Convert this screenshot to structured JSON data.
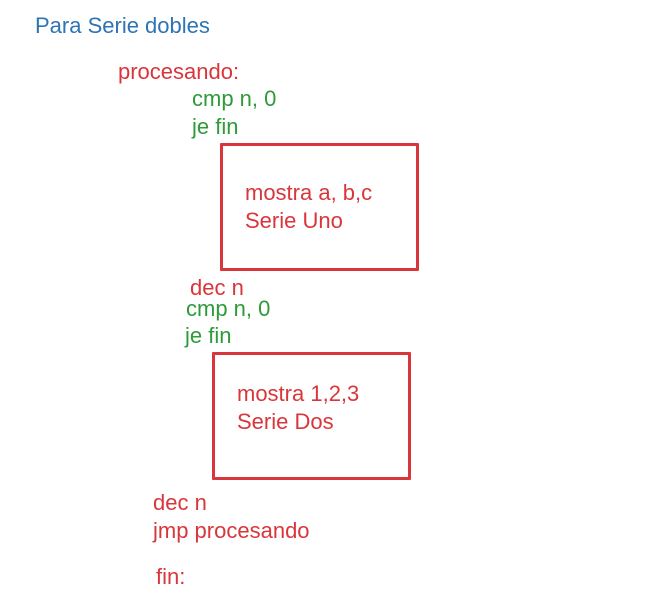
{
  "colors": {
    "title": "#2e74b5",
    "red": "#d9363b",
    "green": "#2e9a3a",
    "box_border": "#d9363b"
  },
  "title": "Para Serie dobles",
  "label_procesando": "procesando:",
  "block1": {
    "cmp": "cmp n, 0",
    "je": "je fin",
    "box_line1": "mostra a, b,c",
    "box_line2": "Serie Uno",
    "dec": "dec n"
  },
  "block2": {
    "cmp": "cmp n, 0",
    "je": "je fin",
    "box_line1": "mostra 1,2,3",
    "box_line2": "Serie Dos",
    "dec": "dec n",
    "jmp": "jmp procesando"
  },
  "label_fin": "fin:"
}
